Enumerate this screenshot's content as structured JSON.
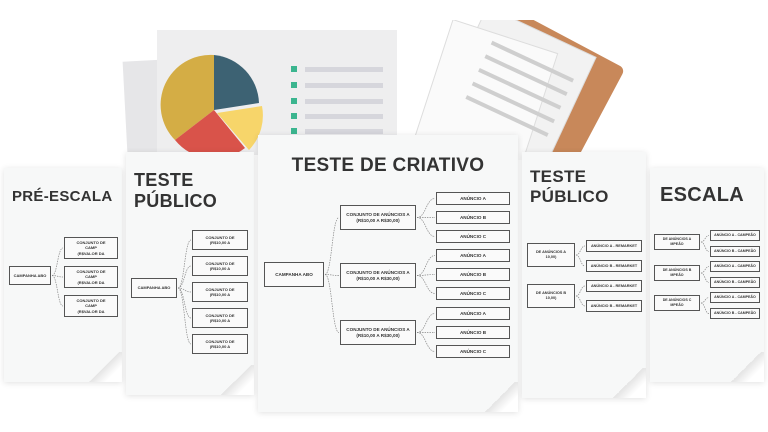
{
  "pages": [
    {
      "title": "PRÉ-ESCALA",
      "campaign": "CAMPANHA ABO",
      "sets": [
        [
          "CONJUNTO DE",
          "CAMP",
          "(R$VALOR DA"
        ],
        [
          "CONJUNTO DE",
          "CAMP",
          "(R$VALOR DA"
        ],
        [
          "CONJUNTO DE",
          "CAMP",
          "(R$VALOR DA"
        ]
      ],
      "ads": []
    },
    {
      "title": "TESTE PÚBLICO",
      "campaign": "CAMPANHA ABO",
      "sets": [
        [
          "CONJUNTO DE",
          "(R$10,00 A"
        ],
        [
          "CONJUNTO DE",
          "(R$10,00 A"
        ],
        [
          "CONJUNTO DE",
          "(R$10,00 A"
        ],
        [
          "CONJUNTO DE",
          "(R$10,00 A"
        ],
        [
          "CONJUNTO DE",
          "(R$10,00 A"
        ]
      ],
      "ads": []
    },
    {
      "title": "TESTE DE CRIATIVO",
      "campaign": "CAMPANHA ABO",
      "sets": [
        [
          "CONJUNTO DE ANÚNCIOS A",
          "(R$10,00 A R$30,00)"
        ],
        [
          "CONJUNTO DE ANÚNCIOS A",
          "(R$10,00 A R$30,00)"
        ],
        [
          "CONJUNTO DE ANÚNCIOS A",
          "(R$10,00 A R$30,00)"
        ]
      ],
      "ads": [
        "ANÚNCIO A",
        "ANÚNCIO B",
        "ANÚNCIO C",
        "ANÚNCIO A",
        "ANÚNCIO B",
        "ANÚNCIO C",
        "ANÚNCIO A",
        "ANÚNCIO B",
        "ANÚNCIO C"
      ]
    },
    {
      "title": "TESTE PÚBLICO",
      "campaign": "",
      "sets": [
        [
          "DE ANÚNCIOS A",
          "10,00)"
        ],
        [
          "DE ANÚNCIOS B",
          "10,00)"
        ]
      ],
      "ads": [
        "ANÚNCIO A - REMARKET",
        "ANÚNCIO B - REMARKET",
        "ANÚNCIO A - REMARKET",
        "ANÚNCIO B - REMARKET"
      ]
    },
    {
      "title": "ESCALA",
      "campaign": "",
      "sets": [
        [
          "DE ANÚNCIOS A",
          "MPEÃO"
        ],
        [
          "DE ANÚNCIOS B",
          "MPEÃO"
        ],
        [
          "DE ANÚNCIOS C",
          "MPEÃO"
        ]
      ],
      "ads": [
        "ANÚNCIO A - CAMPEÃO",
        "ANÚNCIO B - CAMPEÃO",
        "ANÚNCIO A - CAMPEÃO",
        "ANÚNCIO B - CAMPEÃO",
        "ANÚNCIO A - CAMPEÃO",
        "ANÚNCIO B - CAMPEÃO"
      ]
    }
  ],
  "colors": {
    "pie_blue": "#3d6273",
    "pie_gold": "#d4ad45",
    "pie_red": "#d9534a",
    "pie_yellow": "#f7d56a",
    "accent_green": "#3bb58f",
    "clipboard": "#c8885a"
  }
}
